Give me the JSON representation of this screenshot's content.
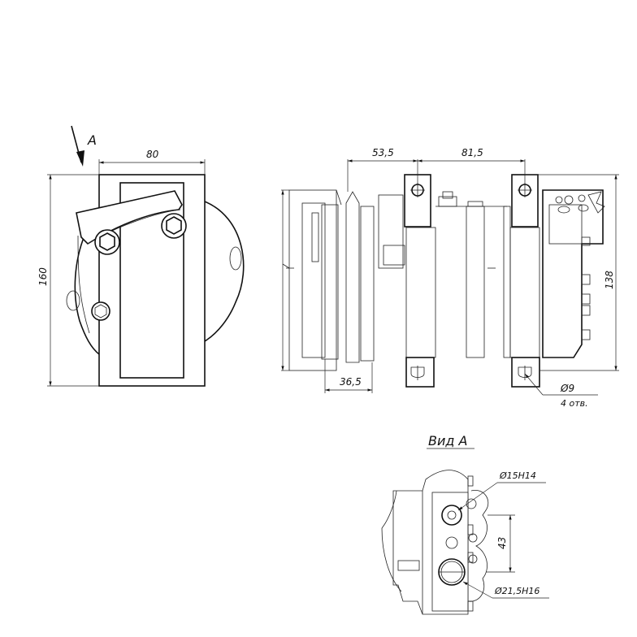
{
  "view_marker": "A",
  "dimensions": {
    "left_width": "80",
    "left_height": "160",
    "side_offset_left": "53,5",
    "side_offset_right": "81,5",
    "pulley_width": "36,5",
    "side_height": "138",
    "mount_hole": "Ø9",
    "mount_hole_count": "4 отв.",
    "port_large": "Ø21,5Н16",
    "port_small": "Ø15Н14",
    "port_spacing": "43"
  },
  "view_title": "Вид А"
}
